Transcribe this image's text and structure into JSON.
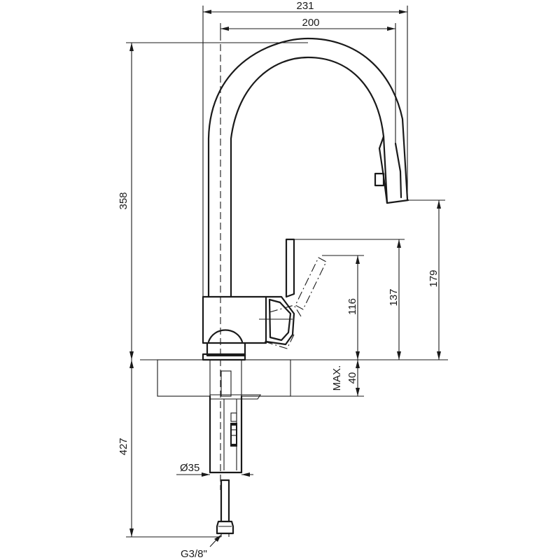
{
  "dimensions": {
    "overall_width": "231",
    "spout_reach": "200",
    "total_height": "358",
    "spout_outlet_height": "179",
    "lever_height": "137",
    "body_height": "116",
    "max_thickness_label": "MAX.",
    "max_thickness_value": "40",
    "below_counter_length": "427",
    "shank_diameter": "Ø35",
    "connection_thread": "G3/8\""
  }
}
